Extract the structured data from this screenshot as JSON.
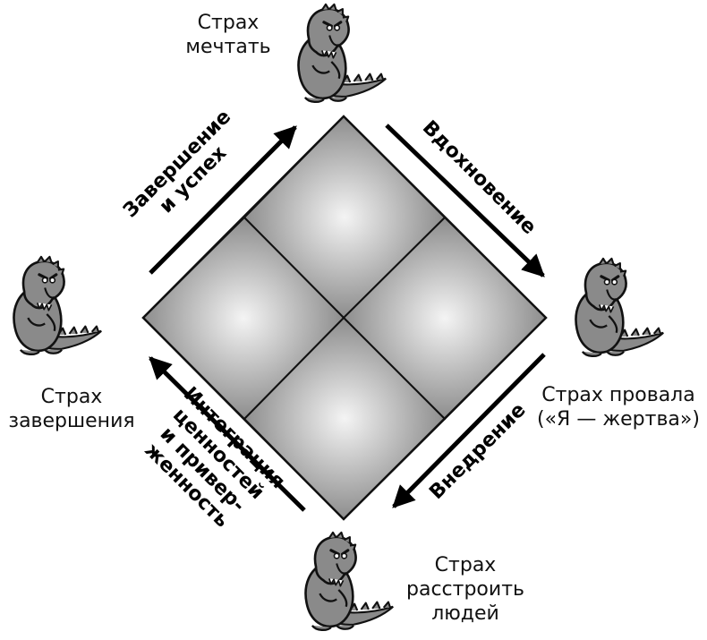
{
  "fears": {
    "top": [
      "Страх",
      "мечтать"
    ],
    "right": [
      "Страх провала",
      "(«Я — жертва»)"
    ],
    "bottom": [
      "Страх",
      "расстроить",
      "людей"
    ],
    "left": [
      "Страх",
      "завершения"
    ]
  },
  "phases": {
    "top_left": [
      "Завершение",
      "и успех"
    ],
    "top_right": [
      "Вдохновение"
    ],
    "bottom_right": [
      "Внедрение"
    ],
    "bottom_left": [
      "Интеграция",
      "ценностей",
      "и привер-",
      "женность"
    ]
  },
  "colors": {
    "dino_fill": "#8a8a8a",
    "dino_stroke": "#111111",
    "diamond_edge": "#707070",
    "diamond_center": "#f4f4f4",
    "arrow": "#000000"
  },
  "icons": {
    "character": "dinosaur-icon"
  }
}
